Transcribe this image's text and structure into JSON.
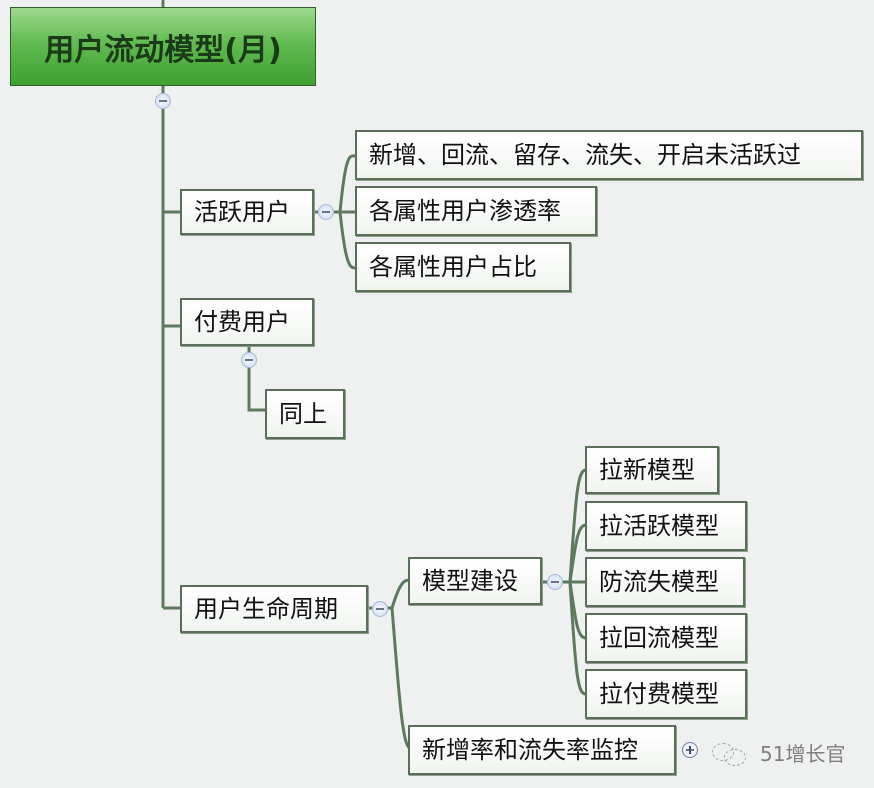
{
  "root": {
    "label": "用户流动模型(月)"
  },
  "branches": {
    "active_users": {
      "label": "活跃用户",
      "children": [
        "新增、回流、留存、流失、开启未活跃过",
        "各属性用户渗透率",
        "各属性用户占比"
      ]
    },
    "paying_users": {
      "label": "付费用户",
      "children": [
        "同上"
      ]
    },
    "lifecycle": {
      "label": "用户生命周期",
      "model_building": {
        "label": "模型建设",
        "children": [
          "拉新模型",
          "拉活跃模型",
          "防流失模型",
          "拉回流模型",
          "拉付费模型"
        ]
      },
      "monitoring": {
        "label": "新增率和流失率监控"
      }
    }
  },
  "icons": {
    "collapse": "minus-circle",
    "expand": "plus-circle",
    "watermark": "wechat-logo"
  },
  "watermark": {
    "text": "51增长官"
  },
  "colors": {
    "root_fill": "#5cb84c",
    "connector": "#6d8a6d",
    "node_border": "#5a6e5a",
    "background": "#eff1f1"
  }
}
